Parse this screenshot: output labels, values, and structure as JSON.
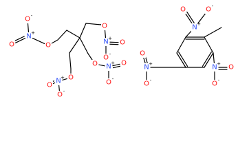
{
  "molecules": [
    {
      "atoms": [
        {
          "id": "o1",
          "el": "O"
        },
        {
          "id": "n1",
          "el": "N",
          "charge": "+"
        },
        {
          "id": "o1b",
          "el": "O"
        },
        {
          "id": "o1c",
          "el": "O",
          "charge": "-"
        },
        {
          "id": "o2",
          "el": "O"
        },
        {
          "id": "n2",
          "el": "N",
          "charge": "+"
        },
        {
          "id": "o2b",
          "el": "O"
        },
        {
          "id": "o2c",
          "el": "O",
          "charge": "-"
        },
        {
          "id": "o3",
          "el": "O"
        },
        {
          "id": "n3",
          "el": "N",
          "charge": "+"
        },
        {
          "id": "o3b",
          "el": "O"
        },
        {
          "id": "o3c",
          "el": "O",
          "charge": "-"
        },
        {
          "id": "o4",
          "el": "O"
        },
        {
          "id": "n4",
          "el": "N",
          "charge": "+"
        },
        {
          "id": "o4b",
          "el": "O"
        },
        {
          "id": "o4c",
          "el": "O",
          "charge": "-"
        }
      ]
    },
    {
      "atoms": [
        {
          "id": "nA",
          "el": "N",
          "charge": "+"
        },
        {
          "id": "oA1",
          "el": "O"
        },
        {
          "id": "oA2",
          "el": "O",
          "charge": "-"
        },
        {
          "id": "nB",
          "el": "N",
          "charge": "+"
        },
        {
          "id": "oB1",
          "el": "O"
        },
        {
          "id": "oB2",
          "el": "O",
          "charge": "-"
        },
        {
          "id": "nC",
          "el": "N",
          "charge": "+"
        },
        {
          "id": "oC1",
          "el": "O"
        },
        {
          "id": "oC2",
          "el": "O",
          "charge": "-"
        }
      ]
    }
  ],
  "colors": {
    "bond": "#000000",
    "oxygen": "#ff0d0d",
    "nitrogen": "#3050f8",
    "background": "#ffffff"
  }
}
